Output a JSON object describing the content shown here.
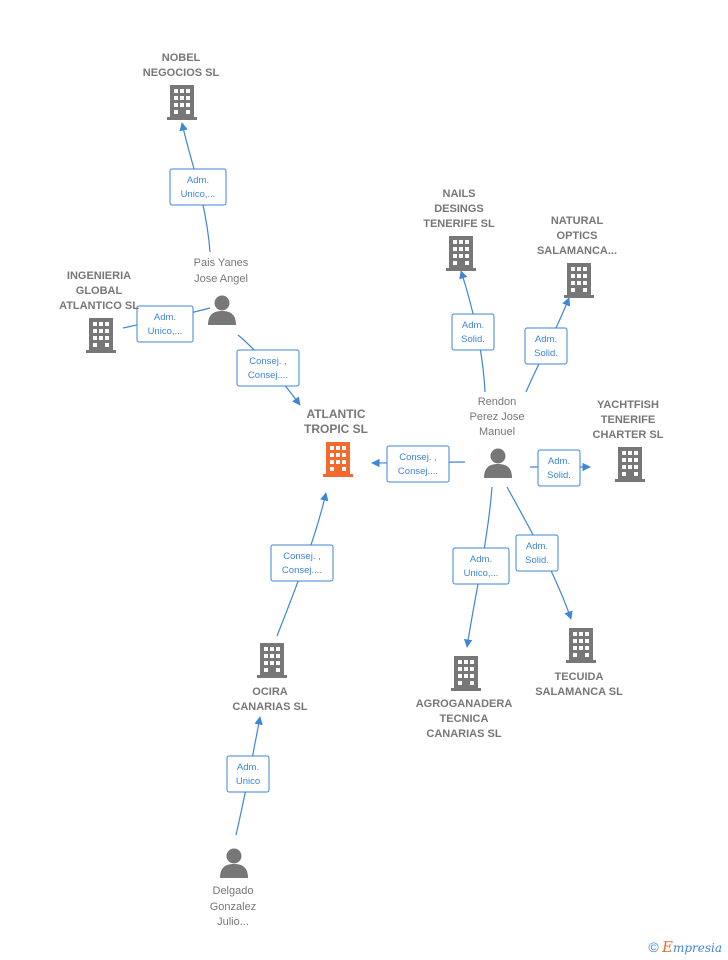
{
  "nodes": {
    "nobel": {
      "label": [
        "NOBEL",
        "NEGOCIOS  SL"
      ],
      "type": "company"
    },
    "pais": {
      "label": [
        "Pais Yanes",
        "Jose Angel"
      ],
      "type": "person"
    },
    "ingenieria": {
      "label": [
        "INGENIERIA",
        "GLOBAL",
        "ATLANTICO  SL"
      ],
      "type": "company"
    },
    "atlantic": {
      "label": [
        "ATLANTIC",
        "TROPIC  SL"
      ],
      "type": "company-main"
    },
    "nails": {
      "label": [
        "NAILS",
        "DESINGS",
        "TENERIFE  SL"
      ],
      "type": "company"
    },
    "natural": {
      "label": [
        "NATURAL",
        "OPTICS",
        "SALAMANCA..."
      ],
      "type": "company"
    },
    "rendon": {
      "label": [
        "Rendon",
        "Perez Jose",
        "Manuel"
      ],
      "type": "person"
    },
    "yachtfish": {
      "label": [
        "YACHTFISH",
        "TENERIFE",
        "CHARTER  SL"
      ],
      "type": "company"
    },
    "ocira": {
      "label": [
        "OCIRA",
        "CANARIAS  SL"
      ],
      "type": "company"
    },
    "agroganadera": {
      "label": [
        "AGROGANADERA",
        "TECNICA",
        "CANARIAS  SL"
      ],
      "type": "company"
    },
    "tecuida": {
      "label": [
        "TECUIDA",
        "SALAMANCA SL"
      ],
      "type": "company"
    },
    "delgado": {
      "label": [
        "Delgado",
        "Gonzalez",
        "Julio..."
      ],
      "type": "person"
    }
  },
  "edges": [
    {
      "id": "pais-nobel",
      "label": [
        "Adm.",
        "Unico,..."
      ]
    },
    {
      "id": "pais-ingenieria",
      "label": [
        "Adm.",
        "Unico,..."
      ]
    },
    {
      "id": "pais-atlantic",
      "label": [
        "Consej. ,",
        "Consej...."
      ]
    },
    {
      "id": "rendon-atlantic",
      "label": [
        "Consej. ,",
        "Consej...."
      ]
    },
    {
      "id": "rendon-nails",
      "label": [
        "Adm.",
        "Solid."
      ]
    },
    {
      "id": "rendon-natural",
      "label": [
        "Adm.",
        "Solid."
      ]
    },
    {
      "id": "rendon-yachtfish",
      "label": [
        "Adm.",
        "Solid."
      ]
    },
    {
      "id": "rendon-agroganadera",
      "label": [
        "Adm.",
        "Unico,..."
      ]
    },
    {
      "id": "rendon-tecuida",
      "label": [
        "Adm.",
        "Solid."
      ]
    },
    {
      "id": "ocira-atlantic",
      "label": [
        "Consej. ,",
        "Consej...."
      ]
    },
    {
      "id": "delgado-ocira",
      "label": [
        "Adm.",
        "Unico"
      ]
    }
  ],
  "colors": {
    "edge": "#3d85d6",
    "node": "#777777",
    "main_company": "#f26a2e"
  },
  "footer": {
    "copyright": "©",
    "brand_initial": "E",
    "brand_rest": "mpresia"
  }
}
